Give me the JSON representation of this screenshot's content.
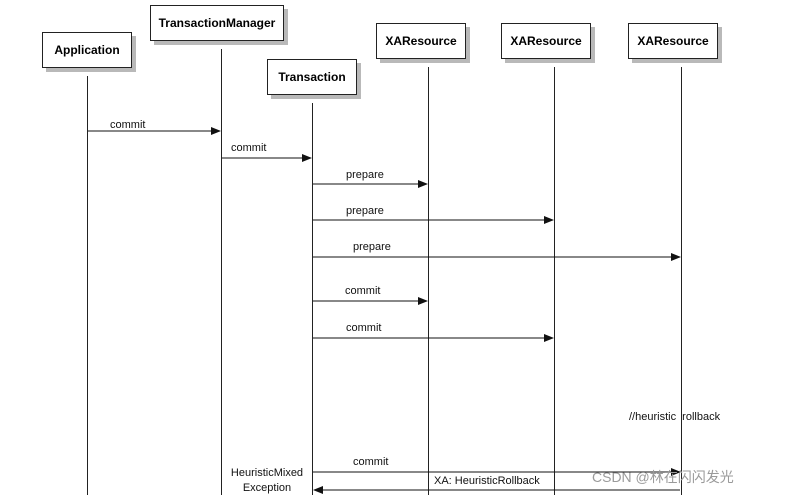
{
  "actors": [
    {
      "id": "application",
      "label": "Application"
    },
    {
      "id": "transaction-manager",
      "label": "TransactionManager"
    },
    {
      "id": "transaction",
      "label": "Transaction"
    },
    {
      "id": "xa1",
      "label": "XAResource"
    },
    {
      "id": "xa2",
      "label": "XAResource"
    },
    {
      "id": "xa3",
      "label": "XAResource"
    }
  ],
  "messages": [
    {
      "label": "commit",
      "from": "application",
      "to": "transaction-manager"
    },
    {
      "label": "commit",
      "from": "transaction-manager",
      "to": "transaction"
    },
    {
      "label": "prepare",
      "from": "transaction",
      "to": "xa1"
    },
    {
      "label": "prepare",
      "from": "transaction",
      "to": "xa2"
    },
    {
      "label": "prepare",
      "from": "transaction",
      "to": "xa3"
    },
    {
      "label": "commit",
      "from": "transaction",
      "to": "xa1"
    },
    {
      "label": "commit",
      "from": "transaction",
      "to": "xa2"
    },
    {
      "label": "commit",
      "from": "transaction",
      "to": "xa3"
    },
    {
      "label": "XA: HeuristicRollback",
      "from": "xa3",
      "to": "transaction"
    }
  ],
  "notes": {
    "heuristic_rollback": "//heuristic  rollback",
    "heuristic_mixed_line1": "HeuristicMixed",
    "heuristic_mixed_line2": "Exception"
  },
  "watermark": "CSDN @林在闪闪发光"
}
